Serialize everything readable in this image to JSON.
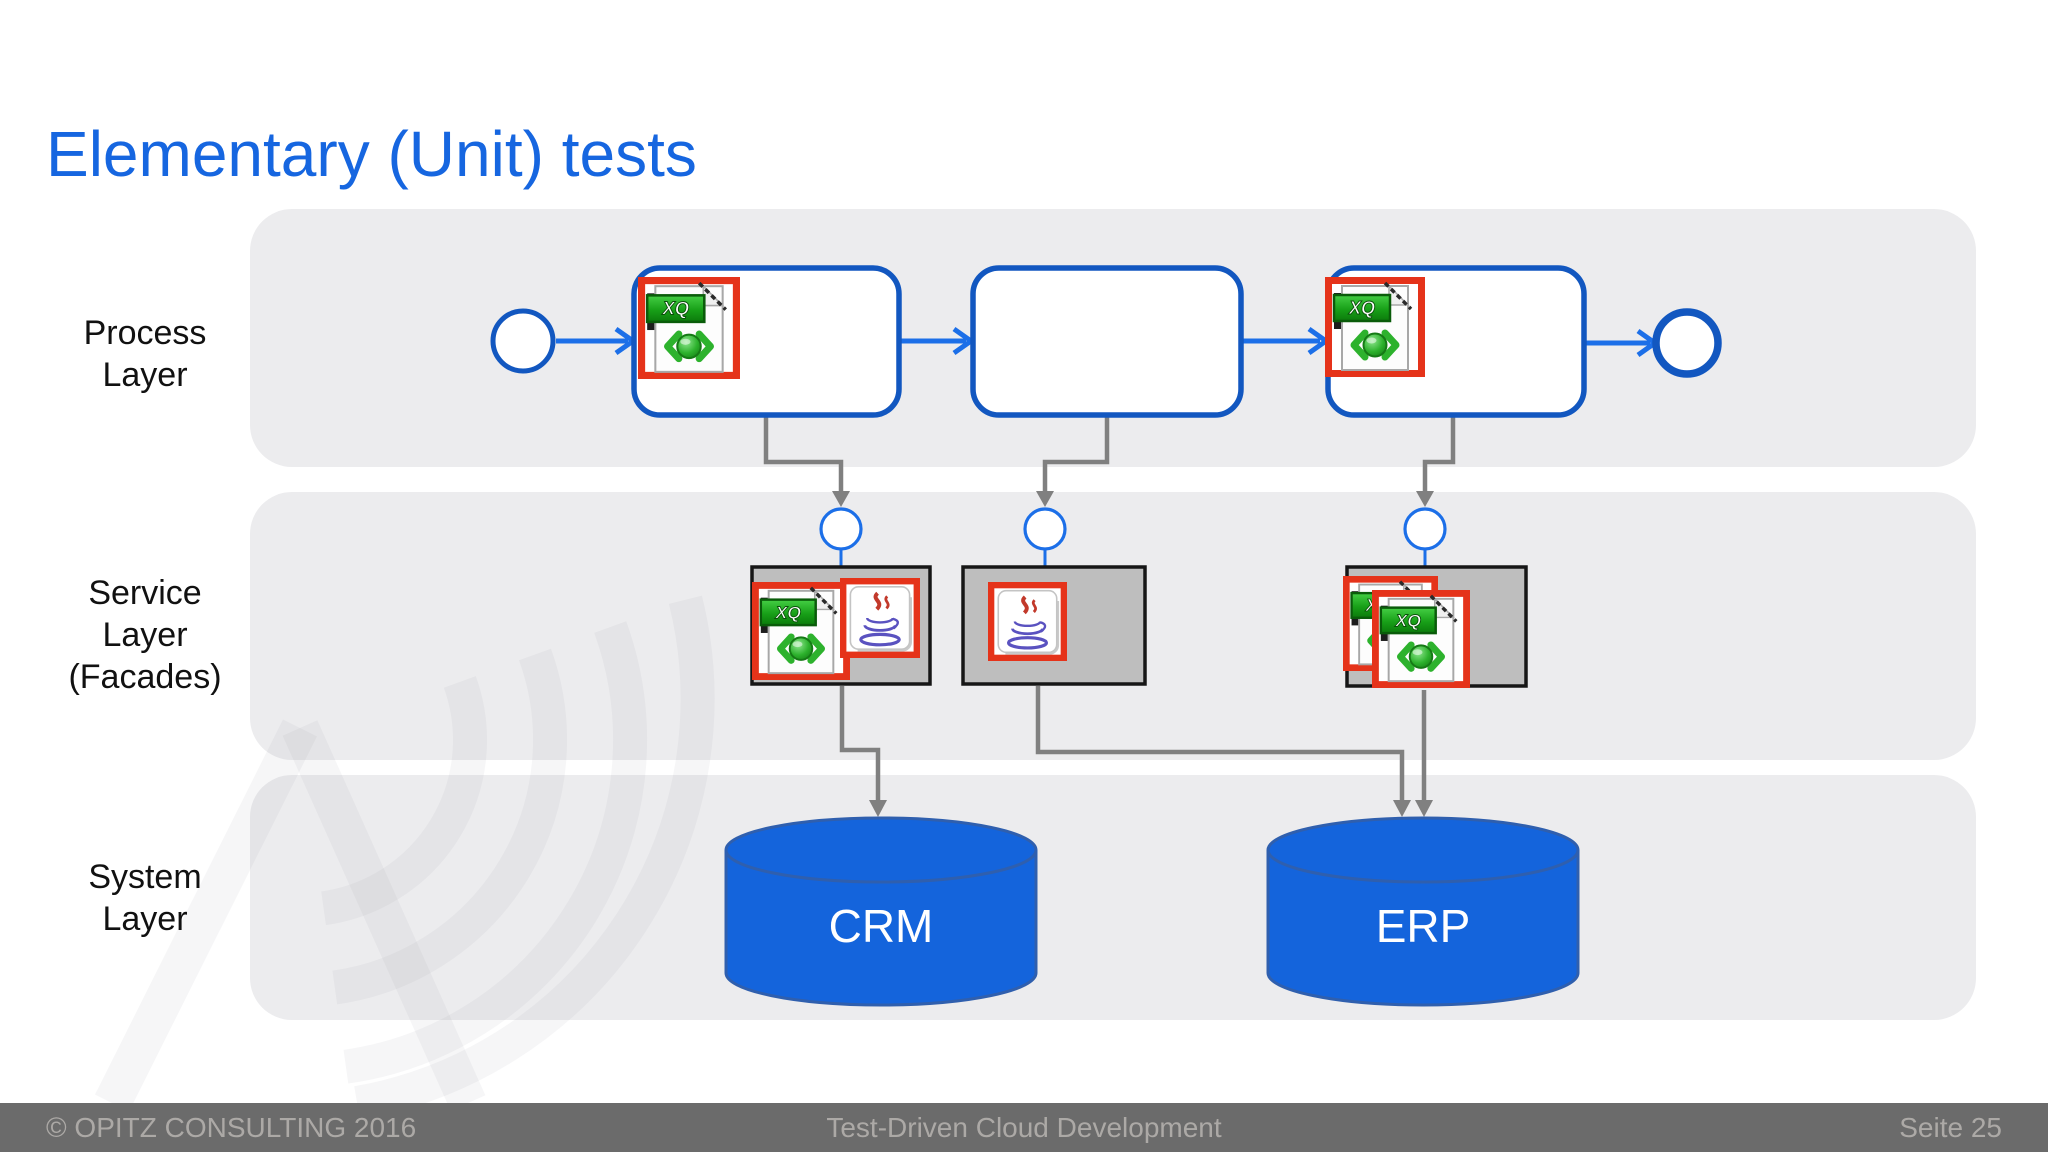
{
  "slide": {
    "title": "Elementary (Unit) tests",
    "footer": {
      "copyright": "© OPITZ CONSULTING 2016",
      "center": "Test-Driven Cloud Development",
      "page": "Seite 25"
    }
  },
  "layers": [
    {
      "id": "process",
      "label_lines": [
        "Process",
        "Layer",
        ""
      ]
    },
    {
      "id": "service",
      "label_lines": [
        "Service",
        "Layer",
        "(Facades)"
      ]
    },
    {
      "id": "system",
      "label_lines": [
        "System",
        "Layer",
        ""
      ]
    }
  ],
  "diagram": {
    "xq_badge": "XQ",
    "process_flow": {
      "start_event": "start-circle",
      "tasks": [
        {
          "test_icons": [
            "xquery-test-file"
          ]
        },
        {
          "test_icons": []
        },
        {
          "test_icons": [
            "xquery-test-file"
          ]
        }
      ],
      "end_event": "end-circle"
    },
    "service_facades": [
      {
        "test_icons": [
          "xquery-test-file",
          "java-class"
        ]
      },
      {
        "test_icons": [
          "java-class"
        ]
      },
      {
        "test_icons": [
          "xquery-test-file",
          "xquery-test-file"
        ]
      }
    ],
    "systems": [
      {
        "name": "CRM"
      },
      {
        "name": "ERP"
      }
    ]
  },
  "colors": {
    "title-blue": "#1666E0",
    "border-blue": "#1257C0",
    "arrow-blue": "#1C6FE8",
    "band-gray": "#ECECEE",
    "box-gray": "#BEBEBE",
    "box-border": "#161616",
    "conn-gray": "#808080",
    "icon-red": "#E5331A",
    "icon-green": "#2DB22D",
    "cyl-blue": "#1464DC",
    "cyl-stroke": "#2F5FAE",
    "footer-bg": "#6B6B6B",
    "footer-text": "#ACA9A6"
  }
}
